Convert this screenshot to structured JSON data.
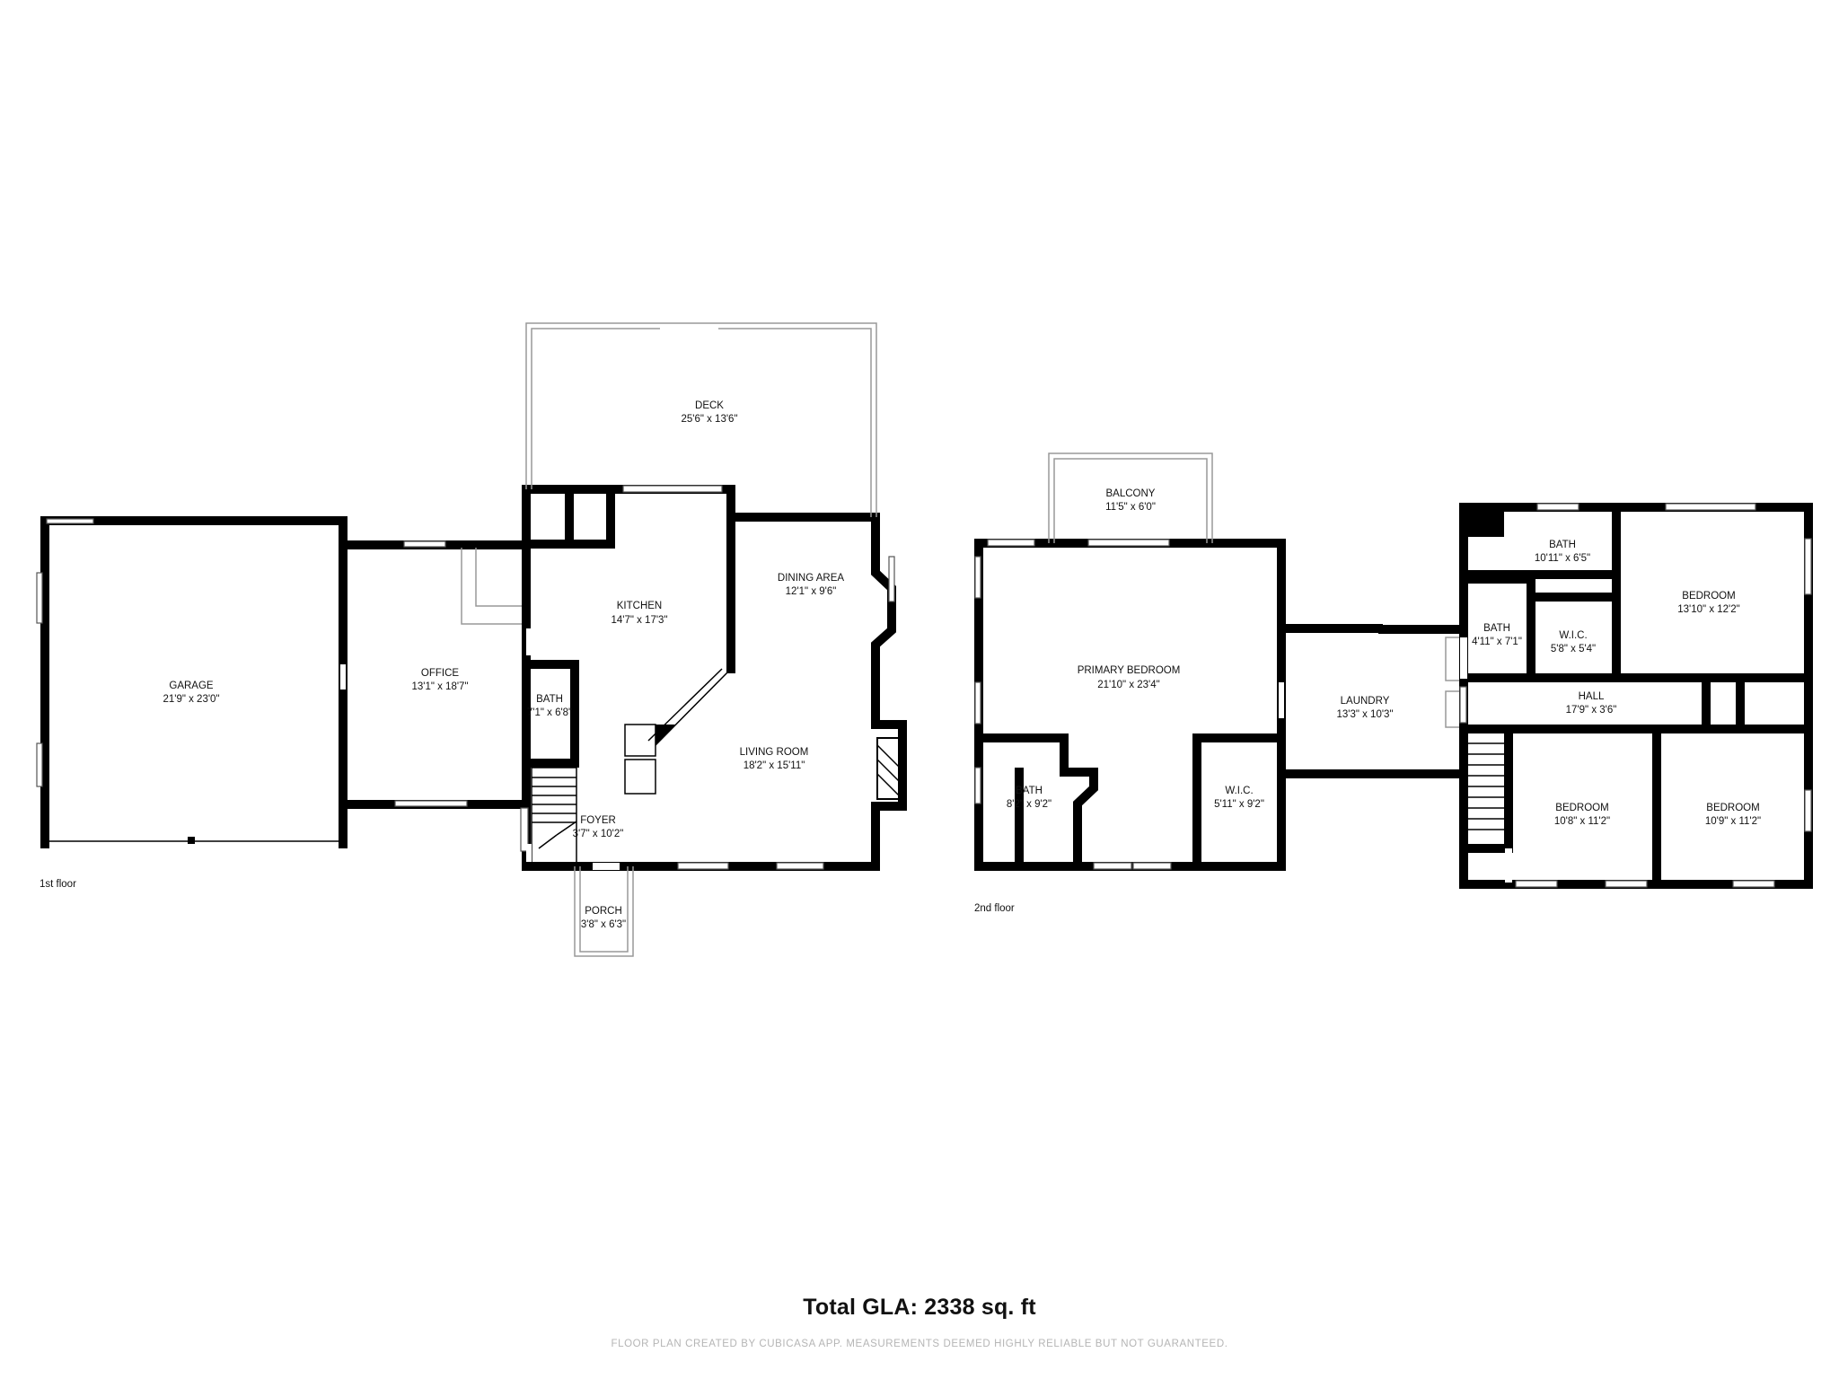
{
  "floors": [
    {
      "label": "1st floor",
      "rooms": [
        {
          "name": "GARAGE",
          "dims": "21'9\" x 23'0\""
        },
        {
          "name": "OFFICE",
          "dims": "13'1\" x 18'7\""
        },
        {
          "name": "DECK",
          "dims": "25'6\" x 13'6\""
        },
        {
          "name": "KITCHEN",
          "dims": "14'7\" x 17'3\""
        },
        {
          "name": "DINING AREA",
          "dims": "12'1\" x 9'6\""
        },
        {
          "name": "LIVING ROOM",
          "dims": "18'2\" x 15'11\""
        },
        {
          "name": "BATH",
          "dims": "7'1\" x 6'8\""
        },
        {
          "name": "FOYER",
          "dims": "3'7\" x 10'2\""
        },
        {
          "name": "PORCH",
          "dims": "3'8\" x 6'3\""
        }
      ]
    },
    {
      "label": "2nd floor",
      "rooms": [
        {
          "name": "BALCONY",
          "dims": "11'5\" x 6'0\""
        },
        {
          "name": "PRIMARY BEDROOM",
          "dims": "21'10\" x 23'4\""
        },
        {
          "name": "BATH",
          "dims": "8'2\" x 9'2\""
        },
        {
          "name": "W.I.C.",
          "dims": "5'11\" x 9'2\""
        },
        {
          "name": "LAUNDRY",
          "dims": "13'3\" x 10'3\""
        },
        {
          "name": "BATH",
          "dims": "10'11\" x 6'5\""
        },
        {
          "name": "BEDROOM",
          "dims": "13'10\" x 12'2\""
        },
        {
          "name": "BATH",
          "dims": "4'11\" x 7'1\""
        },
        {
          "name": "W.I.C.",
          "dims": "5'8\" x 5'4\""
        },
        {
          "name": "HALL",
          "dims": "17'9\" x 3'6\""
        },
        {
          "name": "BEDROOM",
          "dims": "10'8\" x 11'2\""
        },
        {
          "name": "BEDROOM",
          "dims": "10'9\" x 11'2\""
        }
      ]
    }
  ],
  "total_gla": "Total GLA: 2338 sq. ft",
  "footer_note": "FLOOR PLAN CREATED BY CUBICASA APP. MEASUREMENTS DEEMED HIGHLY RELIABLE BUT NOT GUARANTEED."
}
